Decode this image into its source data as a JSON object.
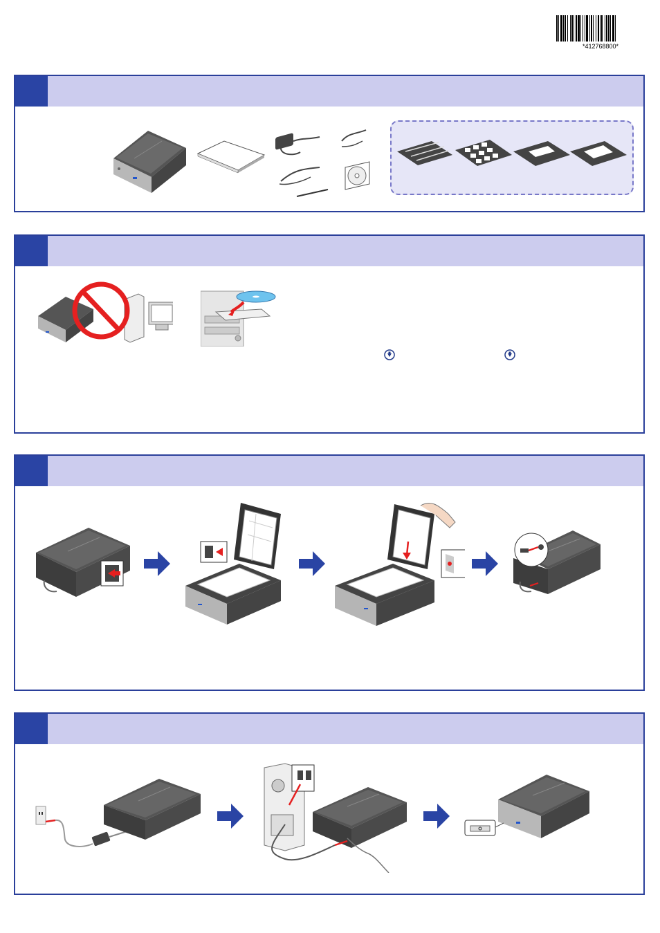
{
  "barcode": {
    "text": "*412768800*"
  },
  "colors": {
    "header": "#ccccee",
    "tab": "#2a44a4",
    "border": "#2a3f9a",
    "arrow": "#2a44a4",
    "accent_red": "#e52020"
  },
  "sections": [
    {
      "id": "unpack",
      "step": ""
    },
    {
      "id": "install-software",
      "step": ""
    },
    {
      "id": "unlock-scanner",
      "step": ""
    },
    {
      "id": "connect-power",
      "step": ""
    }
  ],
  "icons": [
    "download-icon",
    "download-icon"
  ]
}
